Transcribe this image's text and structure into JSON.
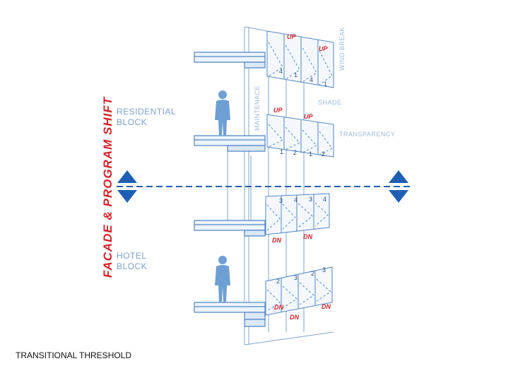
{
  "title": "FACADE & PROGRAM SHIFT",
  "blocks": {
    "residential": [
      "RESIDENTIAL",
      "BLOCK"
    ],
    "hotel": [
      "HOTEL",
      "BLOCK"
    ]
  },
  "annotations": {
    "wind_break": "WIND BREAK",
    "shade": "SHADE",
    "transparency": "TRANSPARENCY",
    "maintenance": "MAINTENACE"
  },
  "panel_rows": [
    {
      "numbers": [
        "4",
        "1",
        "4",
        "1"
      ],
      "tags": [
        "UP",
        "UP"
      ]
    },
    {
      "numbers": [
        "1",
        "2",
        "1",
        "2"
      ],
      "tags": [
        "UP",
        "UP"
      ]
    },
    {
      "numbers": [
        "3",
        "4",
        "3",
        "4"
      ],
      "tags": [
        "DN",
        "DN"
      ]
    },
    {
      "numbers": [
        "2",
        "3",
        "2",
        "3"
      ],
      "tags": [
        "DN",
        "DN",
        "DN"
      ]
    }
  ],
  "caption": "TRANSITIONAL THRESHOLD",
  "colors": {
    "title": "#d4232b",
    "line": "#1f5fb3",
    "label": "#7aa0cf",
    "structure": "#4f86c6",
    "person": "#6e9fd3"
  }
}
